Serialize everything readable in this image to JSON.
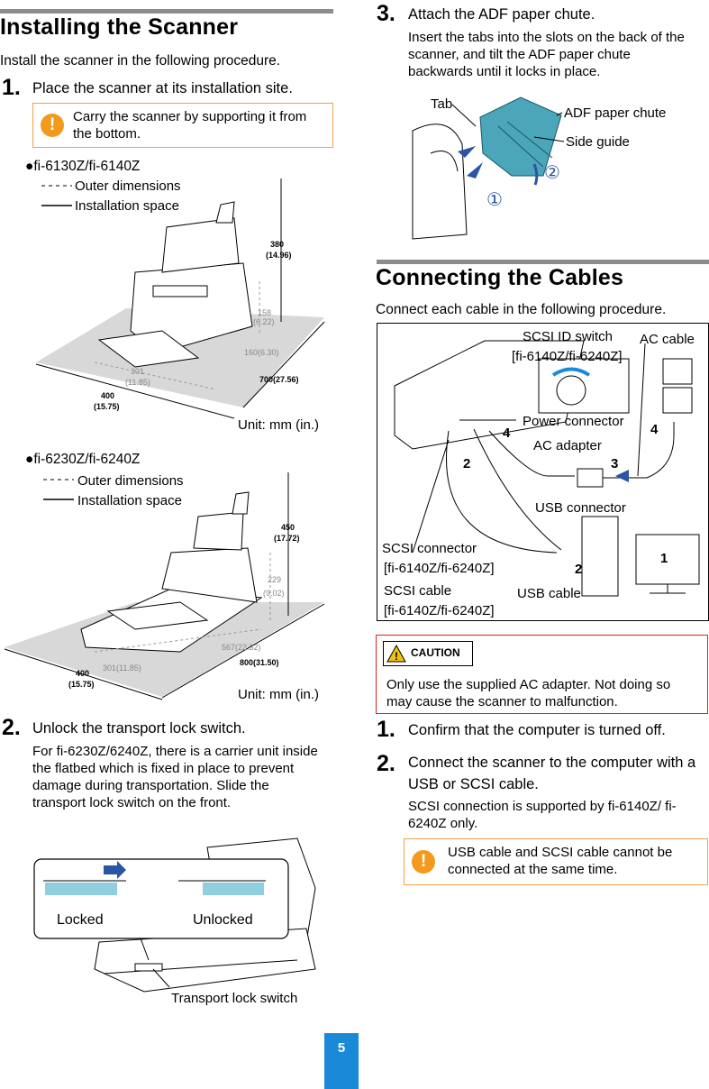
{
  "left": {
    "title": "Installing the Scanner",
    "intro": "Install the scanner in the following procedure.",
    "step1": {
      "num": "1.",
      "text": "Place the scanner at its installation site."
    },
    "note1": "Carry the scanner by supporting it from the bottom.",
    "model1": "fi-6130Z/fi-6140Z",
    "legend_outer": "Outer dimensions",
    "legend_install": "Installation space",
    "fig1": {
      "h1": "380",
      "h1b": "(14.96)",
      "h2": "158",
      "h2b": "(6.22)",
      "d1": "160(6.30)",
      "w1": "301",
      "w1b": "(11.85)",
      "w2": "400",
      "w2b": "(15.75)",
      "d2": "700(27.56)",
      "unit": "Unit: mm (in.)"
    },
    "model2": "fi-6230Z/fi-6240Z",
    "fig2": {
      "h1": "450",
      "h1b": "(17.72)",
      "h2": "229",
      "h2b": "(9.02)",
      "d1": "567(22.32)",
      "w1": "301(11.85)",
      "w2": "400",
      "w2b": "(15.75)",
      "d2": "800(31.50)",
      "unit": "Unit: mm (in.)"
    },
    "step2": {
      "num": "2.",
      "text": "Unlock the transport lock switch.",
      "sub": "For fi-6230Z/6240Z, there is a carrier unit inside the flatbed which is fixed in place to prevent damage during transportation. Slide the transport lock switch on the front."
    },
    "lock": {
      "locked": "Locked",
      "unlocked": "Unlocked",
      "switch": "Transport lock switch"
    }
  },
  "right": {
    "step3": {
      "num": "3.",
      "text": "Attach the ADF paper chute.",
      "sub": "Insert the tabs into the slots on the back of the scanner, and tilt the ADF paper chute backwards until it locks in place."
    },
    "adf": {
      "tab": "Tab",
      "chute": "ADF paper chute",
      "guide": "Side guide",
      "c1": "①",
      "c2": "②"
    },
    "title": "Connecting the Cables",
    "intro": "Connect each cable in the following procedure.",
    "cables": {
      "scsi_switch": "SCSI ID switch",
      "scsi_switch_models": "[fi-6140Z/fi-6240Z]",
      "ac_cable": "AC cable",
      "power_connector": "Power connector",
      "ac_adapter": "AC adapter",
      "usb_connector": "USB connector",
      "scsi_connector": "SCSI connector",
      "scsi_connector_models": "[fi-6140Z/fi-6240Z]",
      "scsi_cable": "SCSI cable",
      "scsi_cable_models": "[fi-6140Z/fi-6240Z]",
      "usb_cable": "USB cable",
      "n1": "1",
      "n2": "2",
      "n2b": "2",
      "n3": "3",
      "n4": "4",
      "n4b": "4"
    },
    "caution_label": "CAUTION",
    "caution_text": "Only use the supplied AC adapter. Not doing so may cause the scanner to malfunction.",
    "stepA": {
      "num": "1.",
      "text": "Confirm that the computer is turned off."
    },
    "stepB": {
      "num": "2.",
      "text": "Connect the scanner to the computer with a USB or SCSI cable.",
      "sub": "SCSI connection is supported by fi-6140Z/ fi-6240Z only."
    },
    "note2": "USB cable and SCSI cable cannot be connected at the same time."
  },
  "page_number": "5",
  "colors": {
    "accent_blue": "#1a8ad8",
    "note_orange": "#f39a1e",
    "caution_red": "#e02020",
    "chute_teal": "#4aa6b8"
  }
}
